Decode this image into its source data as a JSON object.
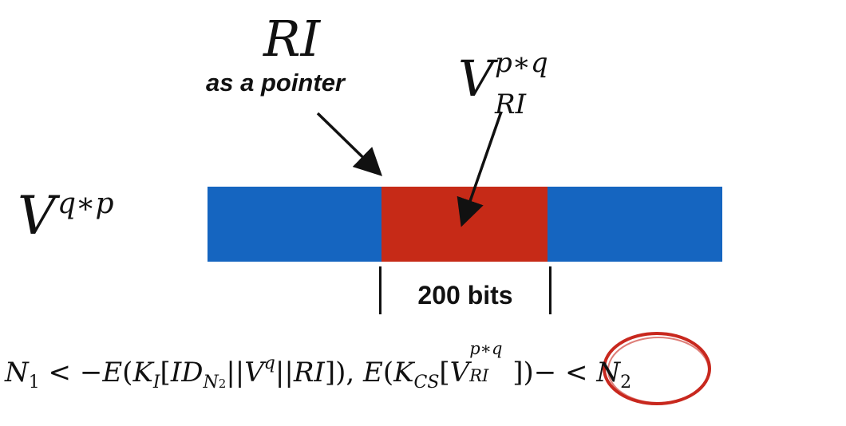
{
  "pointer": {
    "symbol": "RI",
    "caption": "as a pointer"
  },
  "segment_label": {
    "base": "V",
    "superscript": "p∗q",
    "subscript": "RI"
  },
  "vector_label": {
    "base": "V",
    "superscript": "q∗p"
  },
  "segments": [
    {
      "name": "left",
      "color": "#1565c0"
    },
    {
      "name": "middle",
      "color": "#c62a17"
    },
    {
      "name": "right",
      "color": "#1565c0"
    }
  ],
  "width_label": "200 bits",
  "formula": {
    "n1": "N",
    "n1_sub": "1",
    "lt1": " < −",
    "e1": "E",
    "open1": "(",
    "ki": "K",
    "ki_sub": "I",
    "bracket_open": "[",
    "id": "ID",
    "id_sub": "N",
    "id_sub_sub": "2",
    "sep1": "||",
    "vq": "V",
    "vq_sup": "q",
    "sep2": "||",
    "ri": "RI",
    "bracket_close": "]), ",
    "e2": "E",
    "open2": "(",
    "kcs": "K",
    "kcs_sub": "CS",
    "bracket2_open": "[",
    "v2_base": "V",
    "v2_sup": "p∗q",
    "v2_sub": "RI",
    "bracket2_close": "])",
    "tail": "− < ",
    "n2": "N",
    "n2_sub": "2"
  },
  "highlight_color": "#c8281e"
}
